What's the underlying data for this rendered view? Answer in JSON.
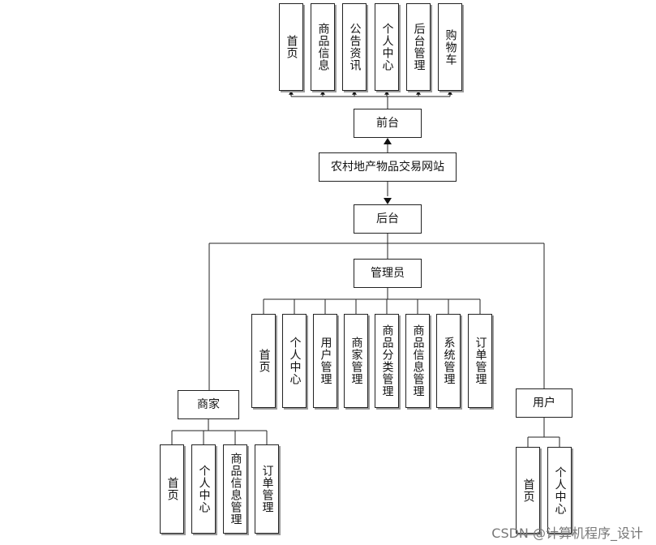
{
  "root": {
    "label": "农村地产物品交易网站"
  },
  "front": {
    "label": "前台",
    "modules": [
      "首页",
      "商品信息",
      "公告资讯",
      "个人中心",
      "后台管理",
      "购物车"
    ]
  },
  "back": {
    "label": "后台"
  },
  "admin": {
    "label": "管理员",
    "modules": [
      "首页",
      "个人中心",
      "用户管理",
      "商家管理",
      "商品分类管理",
      "商品信息管理",
      "系统管理",
      "订单管理"
    ]
  },
  "merchant": {
    "label": "商家",
    "modules": [
      "首页",
      "个人中心",
      "商品信息管理",
      "订单管理"
    ]
  },
  "user": {
    "label": "用户",
    "modules": [
      "首页",
      "个人中心"
    ]
  },
  "watermark": "CSDN @计算机程序_设计"
}
